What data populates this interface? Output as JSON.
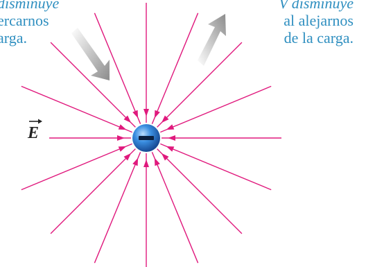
{
  "colors": {
    "caption": "#2f8fc0",
    "field_line": "#e0197d",
    "charge_fill": "#2f7fd4",
    "charge_dark": "#1a4f9a",
    "shade_arrow": "#9a9a9a",
    "label": "#222222"
  },
  "caption_left": {
    "line1": "disminuye",
    "line2": "ercarnos",
    "line3": "arga."
  },
  "caption_right": {
    "line1": "V disminuye",
    "line2": "al alejarnos",
    "line3": "de la carga."
  },
  "field_label": "E",
  "charge": {
    "sign": "−",
    "icon": "negative-charge-icon"
  },
  "field_lines": {
    "count": 16,
    "direction": "toward-charge"
  },
  "shade_arrows": [
    {
      "name": "toward-charge",
      "meaning": "decrease when approaching"
    },
    {
      "name": "away-from-charge",
      "meaning": "decrease when moving away"
    }
  ]
}
